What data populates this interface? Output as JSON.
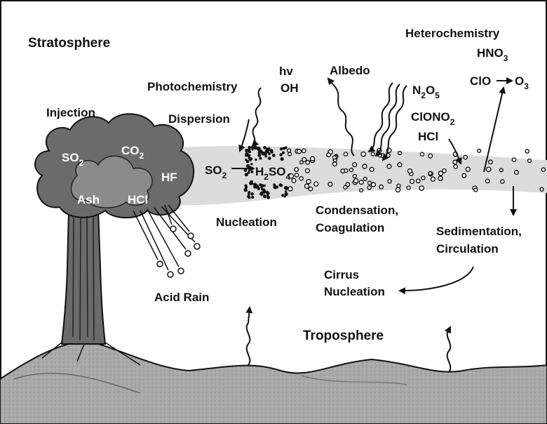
{
  "regions": {
    "stratosphere": "Stratosphere",
    "troposphere": "Troposphere"
  },
  "processes": {
    "injection": "Injection",
    "photochemistry": "Photochemistry",
    "dispersion": "Dispersion",
    "albedo": "Albedo",
    "heterochemistry": "Heterochemistry",
    "nucleation": "Nucleation",
    "condensation": "Condensation,",
    "coagulation": "Coagulation",
    "sedimentation": "Sedimentation,",
    "circulation": "Circulation",
    "cirrus": "Cirrus",
    "cirrus_nucleation": "Nucleation",
    "acid_rain": "Acid Rain"
  },
  "plume": {
    "so2": {
      "main": "SO",
      "sub": "2"
    },
    "co2": {
      "main": "CO",
      "sub": "2"
    },
    "hf": "HF",
    "ash": "Ash",
    "hcl": "HCl"
  },
  "chemistry": {
    "hv": "hv",
    "oh": "OH",
    "stream_so2": {
      "main": "SO",
      "sub": "2"
    },
    "h2so4": {
      "a": "H",
      "a_sub": "2",
      "b": "SO",
      "b_sub": "4"
    },
    "n2o5": {
      "a": "N",
      "a_sub": "2",
      "b": "O",
      "b_sub": "5"
    },
    "clono2": {
      "main": "ClONO",
      "sub": "2"
    },
    "hcl": "HCl",
    "hno3": {
      "main": "HNO",
      "sub": "3"
    },
    "clo": "ClO",
    "o3": {
      "main": "O",
      "sub": "3"
    }
  },
  "colors": {
    "cloud_dark": "#5a5a5a",
    "cloud_light": "#8a8a8a",
    "stream": "#d9d9d9",
    "ground": "#a8a8a8",
    "ink": "#111111"
  }
}
